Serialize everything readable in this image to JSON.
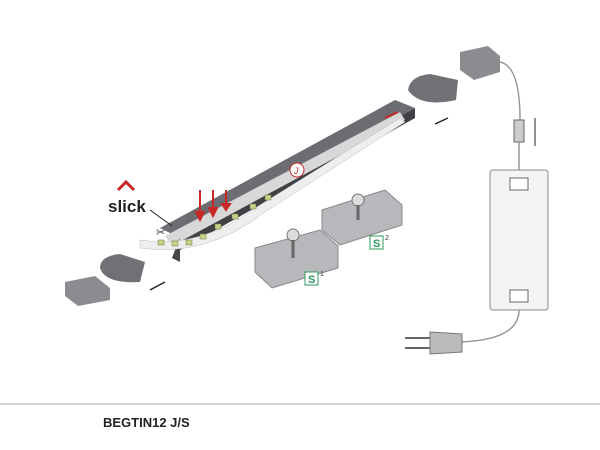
{
  "product": {
    "code": "BEGTIN12 J/S"
  },
  "diagram": {
    "brand_label": "slick",
    "profile_marker": "J",
    "mounting_clips": [
      {
        "label": "S",
        "index": "1"
      },
      {
        "label": "S",
        "index": "2"
      }
    ],
    "colors": {
      "profile": "#5a5c60",
      "accent": "#c82828",
      "badge": "#2a9a5a",
      "led": "#c8d08a"
    }
  }
}
